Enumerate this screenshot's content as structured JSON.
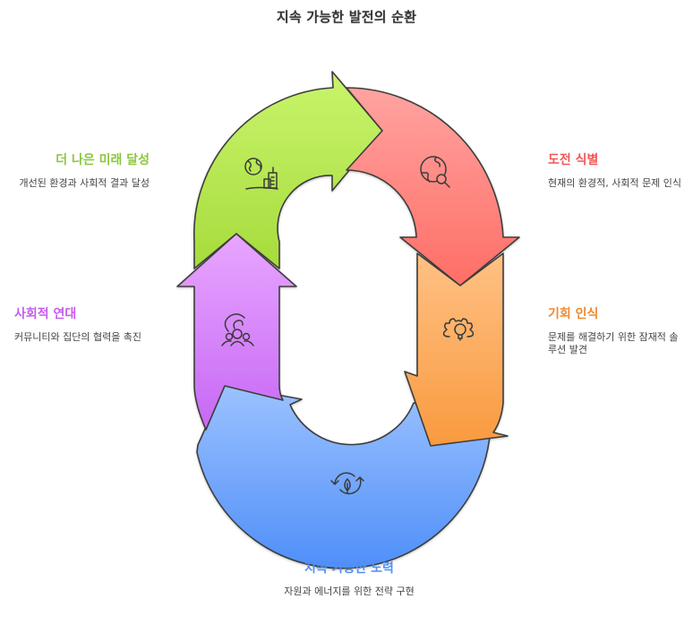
{
  "title": "지속 가능한 발전의 순환",
  "steps": [
    {
      "id": "identify-challenge",
      "heading": "도전 식별",
      "description": "현재의 환경적, 사회적 문제 인식",
      "color": "#f25757",
      "fill_top": "#ffa3a0",
      "fill_bottom": "#ff6e66",
      "icon": "globe-search-icon"
    },
    {
      "id": "recognize-opportunity",
      "heading": "기회 인식",
      "description": "문제를 해결하기 위한 잠재적 솔루션 발견",
      "color": "#f08a2c",
      "fill_top": "#ffc184",
      "fill_bottom": "#f99a3f",
      "icon": "gear-lightbulb-icon"
    },
    {
      "id": "sustainable-effort",
      "heading": "지속 가능한 노력",
      "description": "자원과 에너지를 위한 전략 구현",
      "color": "#4f8ef7",
      "fill_top": "#9cc2ff",
      "fill_bottom": "#4f8ff9",
      "icon": "leaf-cycle-icon"
    },
    {
      "id": "social-solidarity",
      "heading": "사회적 연대",
      "description": "커뮤니티와 집단의 협력을 촉진",
      "color": "#c659f0",
      "fill_top": "#e8a6ff",
      "fill_bottom": "#c768f5",
      "icon": "community-icon"
    },
    {
      "id": "better-future",
      "heading": "더 나은 미래 달성",
      "description": "개선된 환경과 사회적 결과 달성",
      "color": "#8cc63f",
      "fill_top": "#c9f46c",
      "fill_bottom": "#a6dc3c",
      "icon": "globe-city-icon"
    }
  ]
}
